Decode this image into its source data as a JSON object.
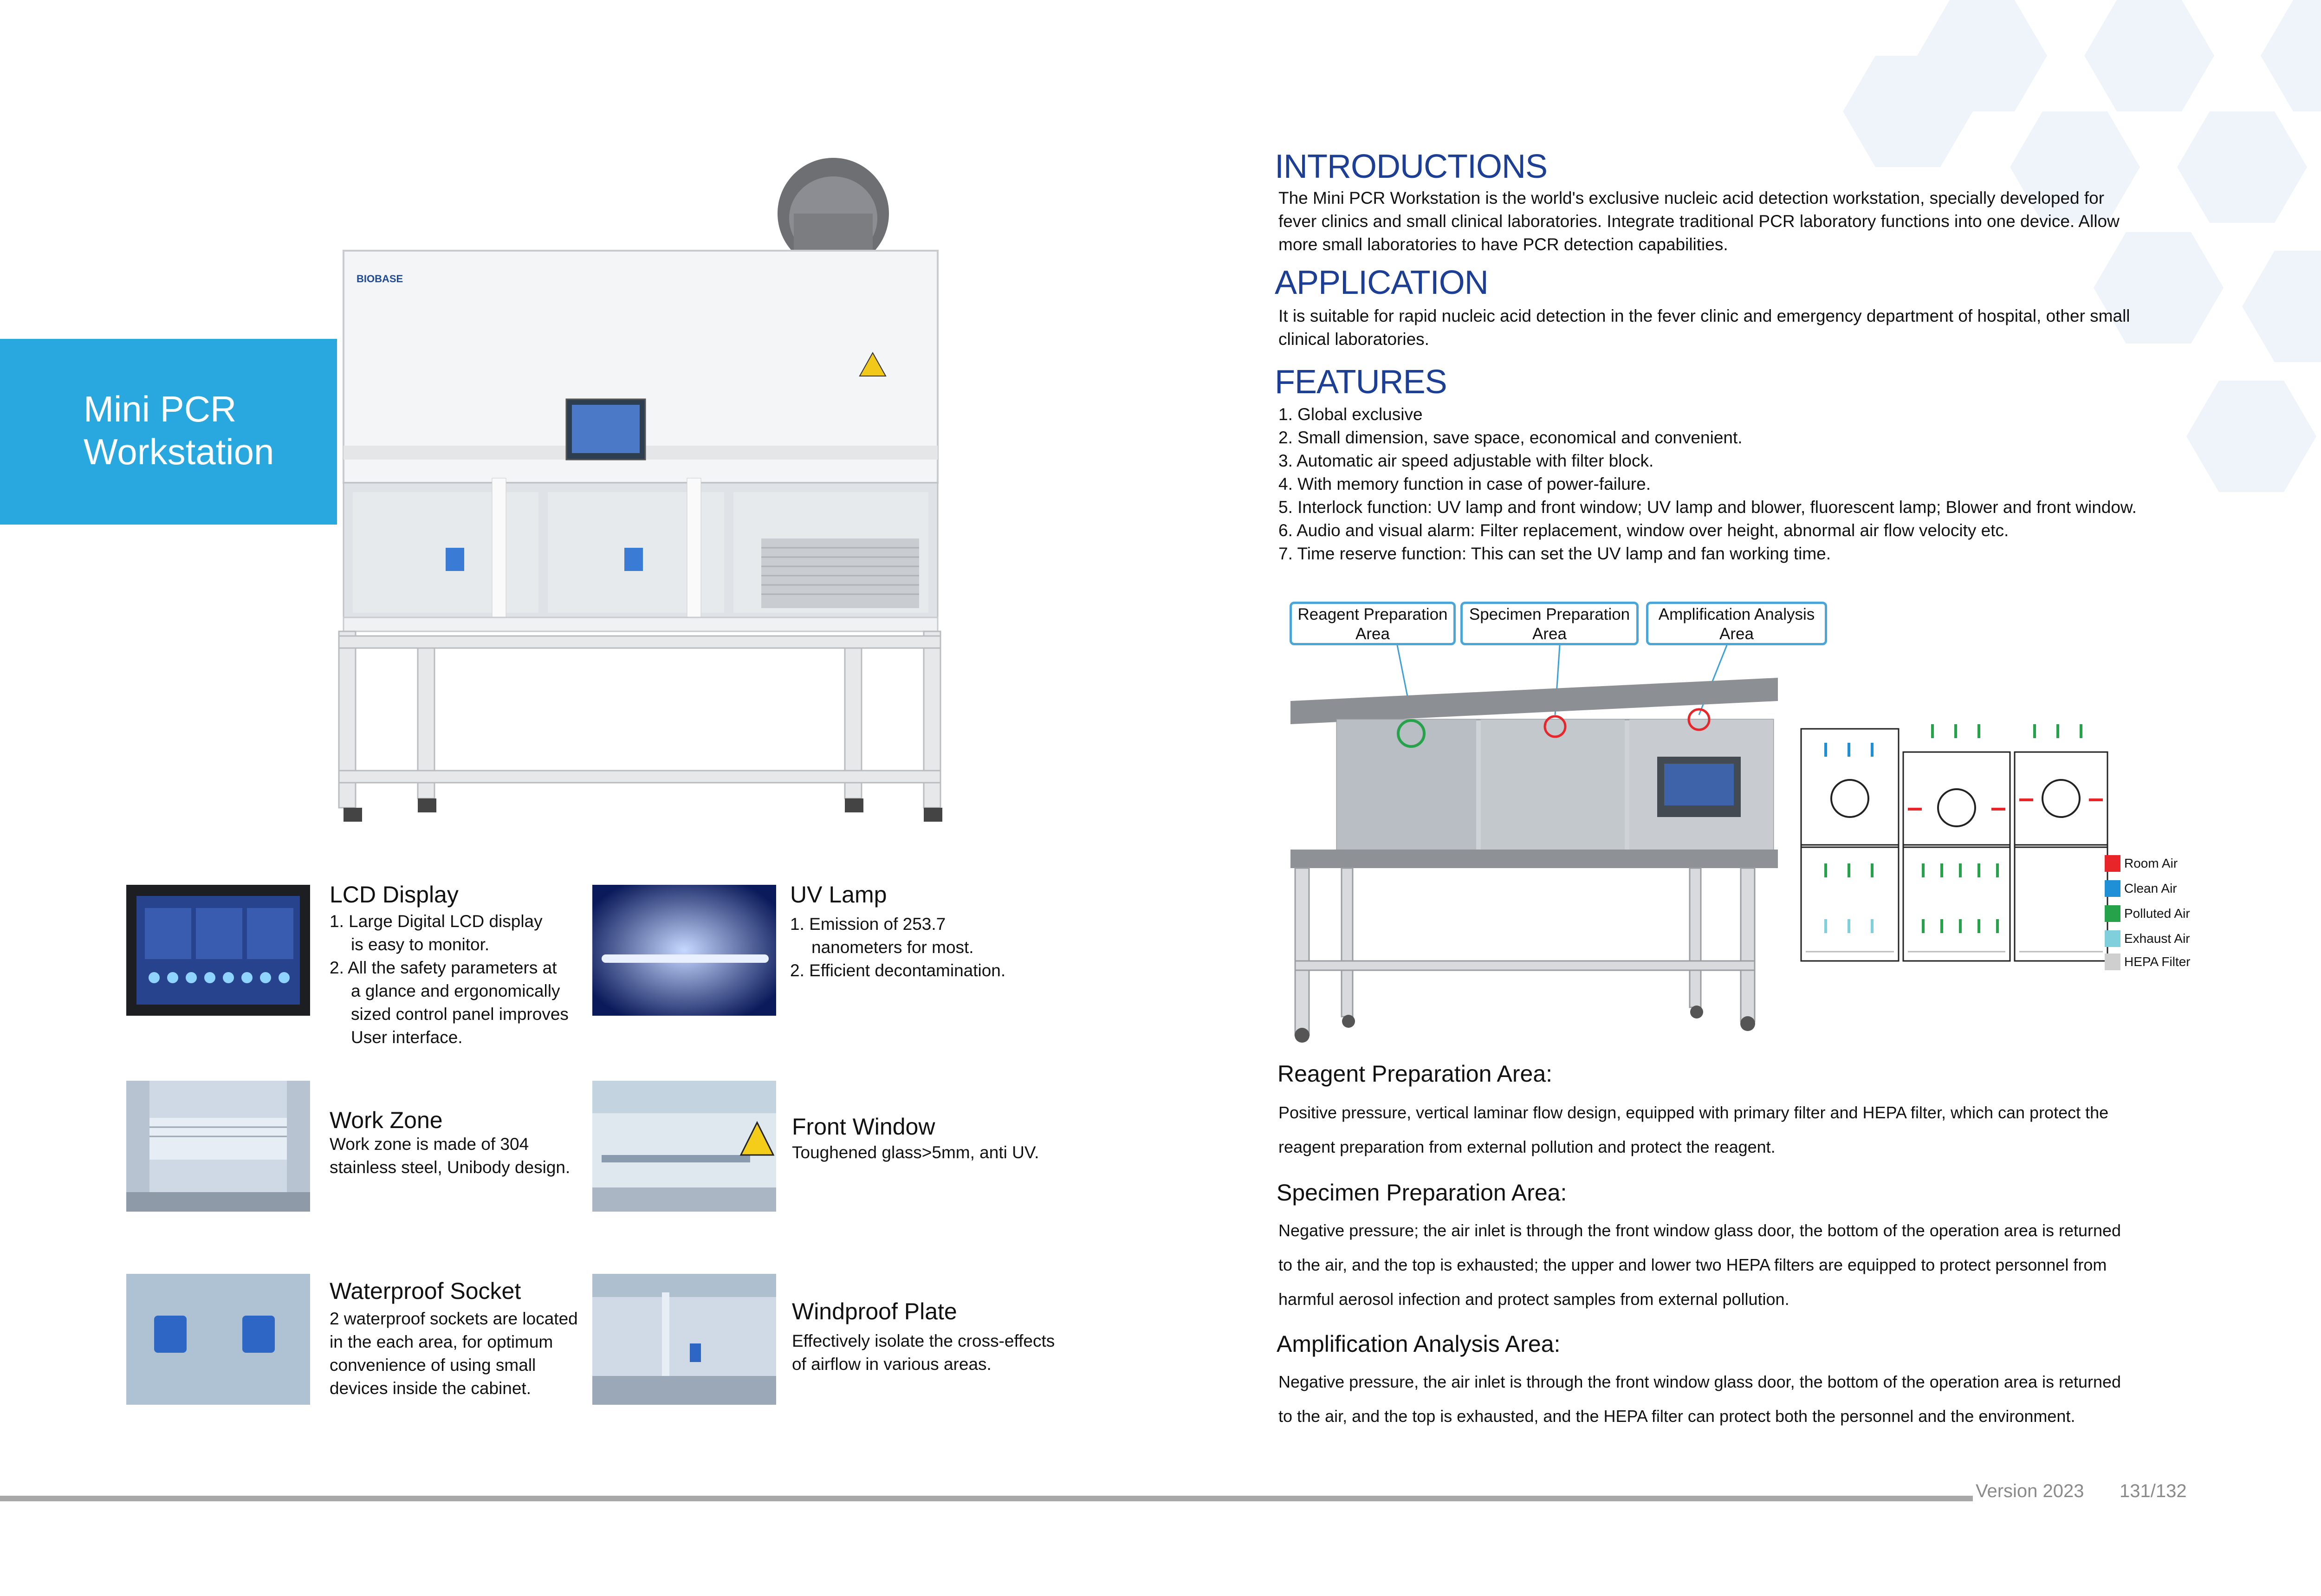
{
  "banner": {
    "line1": "Mini PCR",
    "line2": "Workstation"
  },
  "product": {
    "brand": "BIOBASE"
  },
  "features_left": [
    {
      "title": "LCD Display",
      "lines": [
        "1. Large Digital LCD display",
        "is easy to monitor.",
        "2. All the safety parameters at",
        "a glance and ergonomically",
        "sized control panel improves",
        "User interface."
      ]
    },
    {
      "title": "UV Lamp",
      "lines": [
        "1. Emission of 253.7",
        "nanometers for most.",
        "2. Efficient decontamination."
      ]
    },
    {
      "title": "Work Zone",
      "lines": [
        "Work zone is made of 304",
        "stainless steel, Unibody design."
      ]
    },
    {
      "title": "Front Window",
      "lines": [
        "Toughened glass>5mm, anti UV."
      ]
    },
    {
      "title": "Waterproof Socket",
      "lines": [
        "2 waterproof sockets are located",
        "in the each area, for optimum",
        "convenience of using small",
        "devices inside the cabinet."
      ]
    },
    {
      "title": "Windproof Plate",
      "lines": [
        "Effectively isolate the cross-effects",
        "of airflow in various areas."
      ]
    }
  ],
  "introductions": {
    "heading": "INTRODUCTIONS",
    "lines": [
      "The Mini PCR Workstation is the world's exclusive nucleic acid detection workstation, specially developed for",
      "fever clinics and small clinical laboratories. Integrate traditional PCR laboratory functions into one device. Allow",
      "more small laboratories to have PCR detection capabilities."
    ]
  },
  "application": {
    "heading": "APPLICATION",
    "lines": [
      "It is suitable for rapid nucleic acid detection in the fever clinic and emergency department of hospital, other small",
      "clinical laboratories."
    ]
  },
  "features": {
    "heading": "FEATURES",
    "items": [
      "1. Global exclusive",
      "2. Small dimension, save space, economical and convenient.",
      "3. Automatic air speed adjustable with filter block.",
      "4. With memory function in case of power-failure.",
      "5. Interlock function: UV lamp and front window; UV lamp and blower, fluorescent lamp; Blower and front window.",
      "6. Audio and visual alarm: Filter replacement, window over height, abnormal air flow velocity etc.",
      "7. Time reserve function: This can set the UV lamp and fan working time."
    ]
  },
  "diagram": {
    "labels": [
      {
        "line1": "Reagent Preparation",
        "line2": "Area"
      },
      {
        "line1": "Specimen Preparation",
        "line2": "Area"
      },
      {
        "line1": "Amplification Analysis",
        "line2": "Area"
      }
    ],
    "legend": [
      {
        "label": "Room Air",
        "color": "#e8262a"
      },
      {
        "label": "Clean Air",
        "color": "#1f8fd6"
      },
      {
        "label": "Polluted Air",
        "color": "#26a24a"
      },
      {
        "label": "Exhaust Air",
        "color": "#7fd0dc"
      },
      {
        "label": "HEPA Filter",
        "color": "#cfcfcf"
      }
    ]
  },
  "areas": [
    {
      "title": "Reagent Preparation Area:",
      "lines": [
        "Positive pressure, vertical laminar flow design, equipped with primary filter and HEPA filter, which can protect the",
        "reagent preparation from external pollution and protect the reagent."
      ]
    },
    {
      "title": "Specimen Preparation Area:",
      "lines": [
        "Negative pressure; the air inlet is through the front window glass door, the bottom of the operation area is returned",
        "to the air, and the top is exhausted; the upper and lower two HEPA filters are equipped to protect personnel from",
        "harmful aerosol infection and protect samples from external pollution."
      ]
    },
    {
      "title": "Amplification Analysis Area:",
      "lines": [
        "Negative pressure, the air inlet is through the front window glass door, the bottom of the operation area is returned",
        "to the air, and the top is exhausted, and the HEPA filter can protect both the personnel and the environment."
      ]
    }
  ],
  "footer": {
    "version": "Version 2023",
    "page": "131/132"
  }
}
